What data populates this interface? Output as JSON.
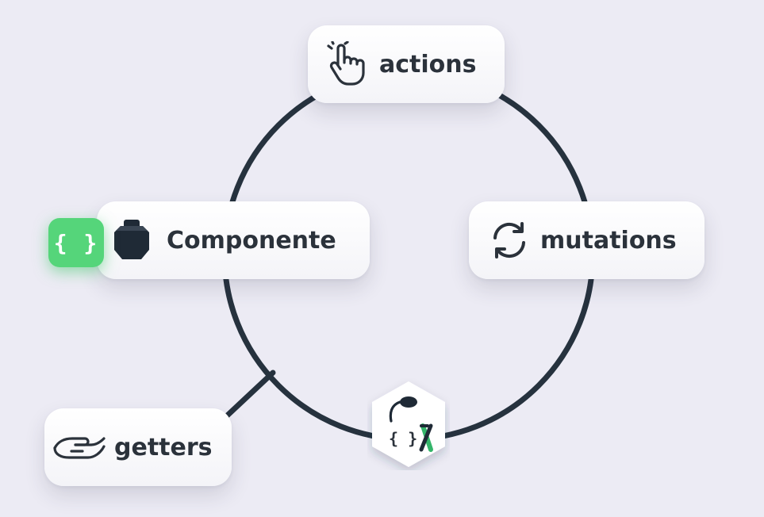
{
  "nodes": {
    "actions": {
      "label": "actions",
      "icon": "pointer-hand-icon"
    },
    "mutations": {
      "label": "mutations",
      "icon": "refresh-cycle-icon"
    },
    "componente": {
      "label": "Componente",
      "icon": "component-block-icon"
    },
    "getters": {
      "label": "getters",
      "icon": "open-hand-icon"
    }
  },
  "json_badge": {
    "text": "{ }",
    "icon": "curly-braces-icon"
  },
  "store": {
    "icon": "vuex-store-hex-icon",
    "braces": "{ }"
  },
  "colors": {
    "background": "#ecebf4",
    "line": "#26323e",
    "text": "#2b323b",
    "badge_green": "#55d57a",
    "vuex_green": "#34b56a"
  }
}
